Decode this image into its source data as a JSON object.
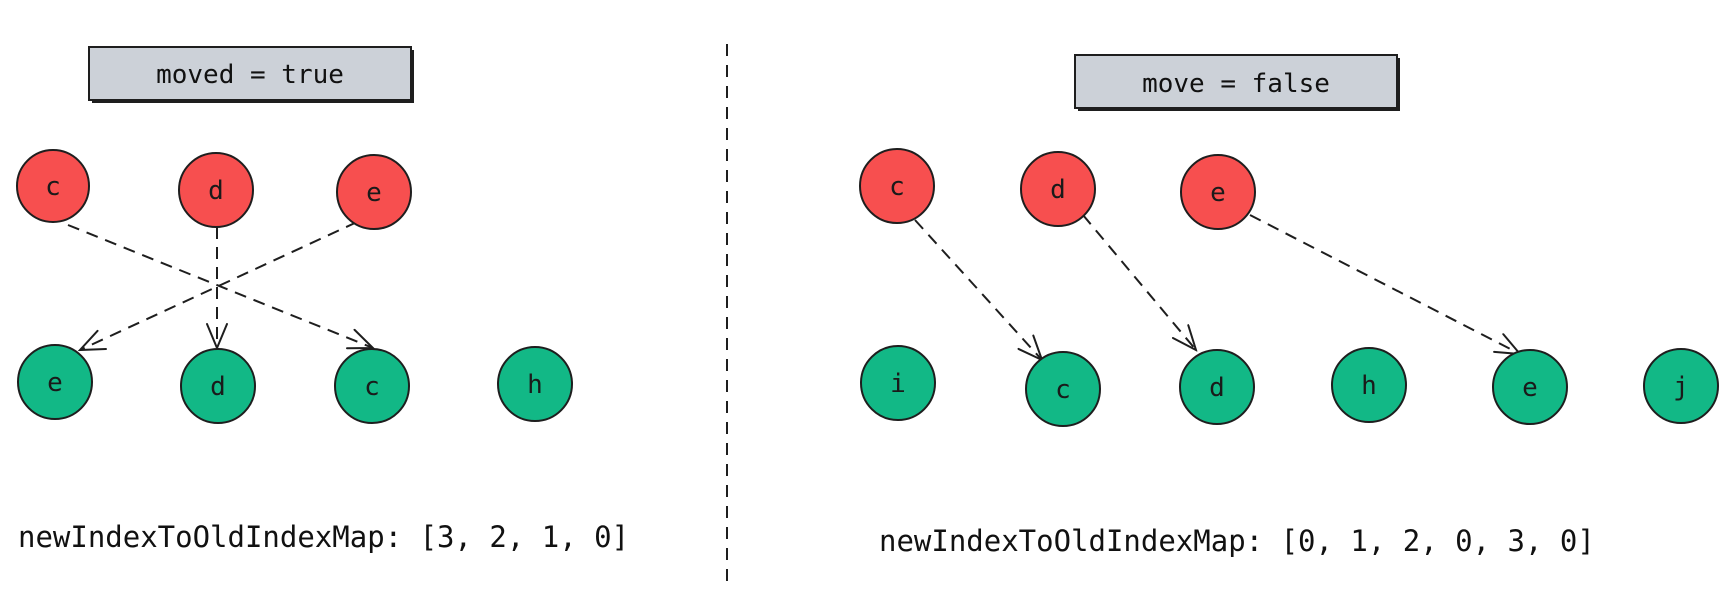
{
  "colors": {
    "old_node": "#f74f4f",
    "new_node": "#12b886",
    "label_box": "#ccd1d8",
    "stroke": "#1e1e1e"
  },
  "panels": [
    {
      "label": "moved = true",
      "old_nodes": [
        "c",
        "d",
        "e"
      ],
      "new_nodes": [
        "e",
        "d",
        "c",
        "h"
      ],
      "arrows": [
        {
          "from": 0,
          "to": 2
        },
        {
          "from": 1,
          "to": 1
        },
        {
          "from": 2,
          "to": 0
        }
      ],
      "map_text": "newIndexToOldIndexMap: [3, 2, 1, 0]"
    },
    {
      "label": "move = false",
      "old_nodes": [
        "c",
        "d",
        "e"
      ],
      "new_nodes": [
        "i",
        "c",
        "d",
        "h",
        "e",
        "j"
      ],
      "arrows": [
        {
          "from": 0,
          "to": 1
        },
        {
          "from": 1,
          "to": 2
        },
        {
          "from": 2,
          "to": 4
        }
      ],
      "map_text": "newIndexToOldIndexMap: [0, 1, 2, 0, 3, 0]"
    }
  ]
}
